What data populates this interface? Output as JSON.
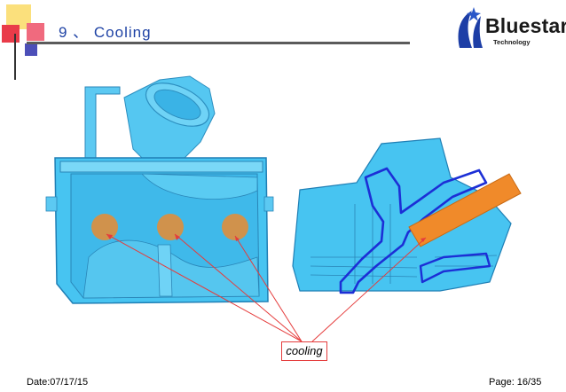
{
  "slide": {
    "title": "9 、 Cooling",
    "brand": {
      "name": "Bluestar",
      "tagline": "Technology"
    },
    "callout_label": "cooling",
    "footer": {
      "date": "Date:07/17/15",
      "page": "Page: 16/35"
    }
  },
  "colors": {
    "title": "#1f43a5",
    "part_fill": "#47c4f1",
    "section_outline": "#1c2fd6",
    "cooling_marker": "#f08a2a",
    "leader_line": "#e53c3c"
  },
  "icons": {
    "corner_squares": "decorative-squares-icon",
    "logo_mark": "bluestar-star-icon"
  }
}
